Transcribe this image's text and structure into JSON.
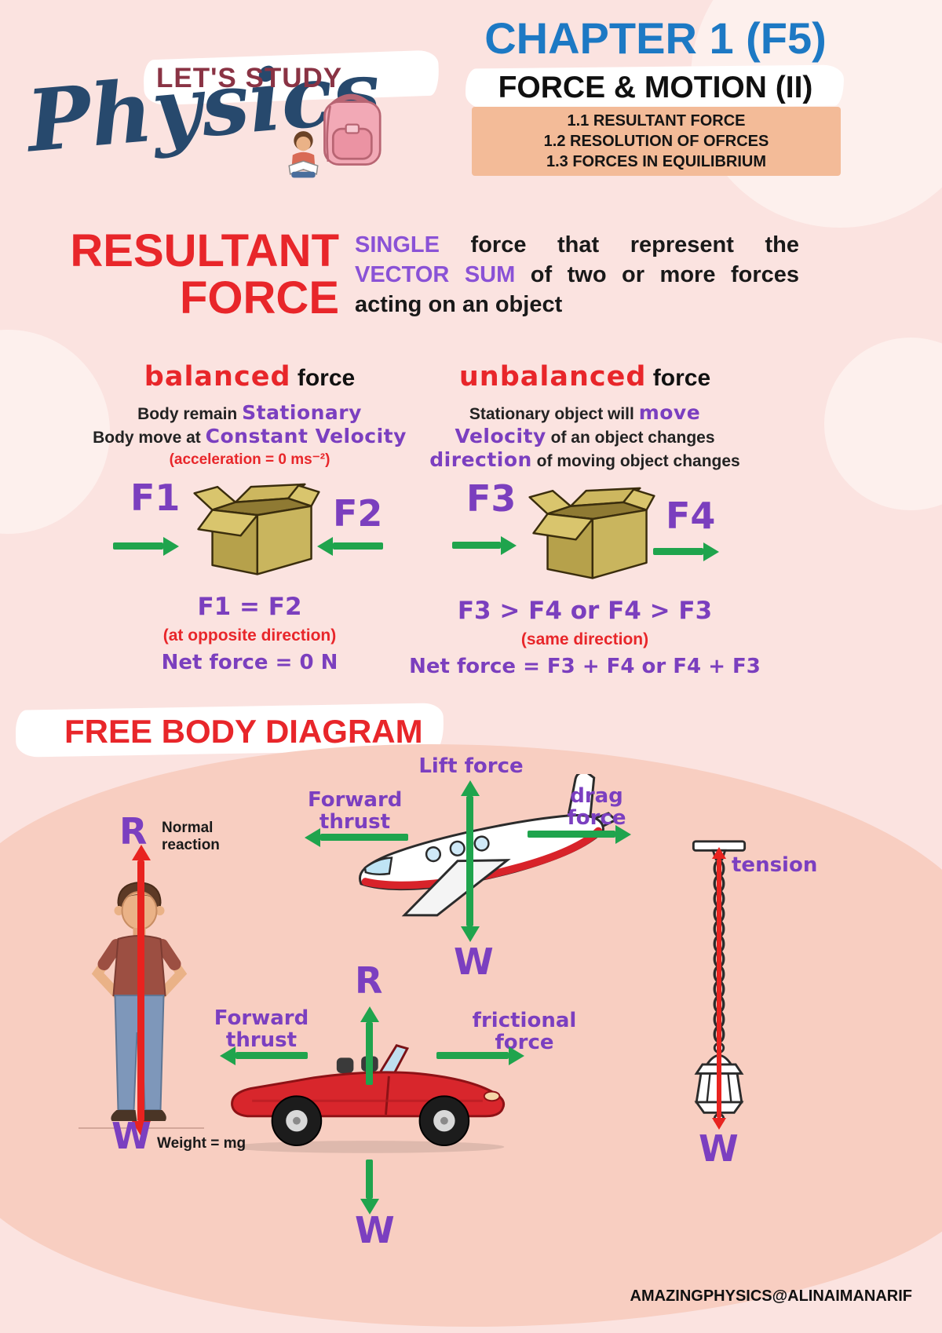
{
  "colors": {
    "background": "#fbe3e0",
    "light_blob": "#fdf0ed",
    "salmon_blob": "#f8cec1",
    "red_accent": "#e8262a",
    "purple_accent": "#7b3fc0",
    "purple_highlight": "#8a52d6",
    "green_arrow": "#1fa44d",
    "red_arrow": "#e8231f",
    "blue_title": "#1d79c4",
    "peach_box": "#f3bb98",
    "navy_script": "#27496d",
    "maroon_tagline": "#8a3344"
  },
  "icons": [
    "backpack-icon",
    "reading-kid-icon",
    "open-box-icon",
    "airplane-icon",
    "car-icon",
    "person-icon",
    "lantern-icon"
  ],
  "header": {
    "brand_top": "LET'S STUDY",
    "brand_script": "Physics",
    "chapter_title": "CHAPTER 1 (F5)",
    "chapter_subtitle": "FORCE & MOTION (II)",
    "topics": [
      {
        "label": "1.1 RESULTANT FORCE"
      },
      {
        "label": "1.2 RESOLUTION OF OFRCES"
      },
      {
        "label": "1.3 FORCES IN EQUILIBRIUM"
      }
    ]
  },
  "resultant": {
    "title_line1": "RESULTANT",
    "title_line2": "FORCE",
    "def_highlight1": "SINGLE",
    "def_mid1": " force that represent the ",
    "def_highlight2": "VECTOR SUM",
    "def_mid2": " of two or more forces acting on an object"
  },
  "balanced": {
    "heading_accent": "balanced",
    "heading_rest": " force",
    "line1_plain": "Body remain ",
    "line1_accent": "Stationary",
    "line2_plain": "Body move at ",
    "line2_accent": "Constant Velocity",
    "acceleration_note": "(acceleration = 0 ms⁻²)",
    "f_left": "F1",
    "f_right": "F2",
    "equation": "F1 = F2",
    "direction_note": "(at opposite direction)",
    "net_force": "Net force = 0 N"
  },
  "unbalanced": {
    "heading_accent": "unbalanced",
    "heading_rest": " force",
    "line1_plain": "Stationary object will ",
    "line1_accent": "move",
    "line2_accent": "Velocity",
    "line2_plain": " of an object changes",
    "line3_accent": "direction",
    "line3_plain": " of moving object changes",
    "f_left": "F3",
    "f_right": "F4",
    "equation": "F3 > F4 or F4 > F3",
    "direction_note": "(same direction)",
    "net_force": "Net force = F3 + F4 or F4 + F3"
  },
  "free_body": {
    "title": "FREE BODY DIAGRAM",
    "person": {
      "top_symbol": "R",
      "top_label_line1": "Normal",
      "top_label_line2": "reaction",
      "bottom_symbol": "W",
      "bottom_label": "Weight = mg"
    },
    "plane": {
      "up_label": "Lift force",
      "left_label_line1": "Forward",
      "left_label_line2": "thrust",
      "right_label_line1": "drag",
      "right_label_line2": "force",
      "down_symbol": "W"
    },
    "car": {
      "up_symbol": "R",
      "left_label_line1": "Forward",
      "left_label_line2": "thrust",
      "right_label_line1": "frictional",
      "right_label_line2": "force",
      "down_symbol": "W"
    },
    "lantern": {
      "up_label": "tension",
      "down_symbol": "W"
    }
  },
  "footer": {
    "credit": "AMAZINGPHYSICS@ALINAIMANARIF"
  }
}
